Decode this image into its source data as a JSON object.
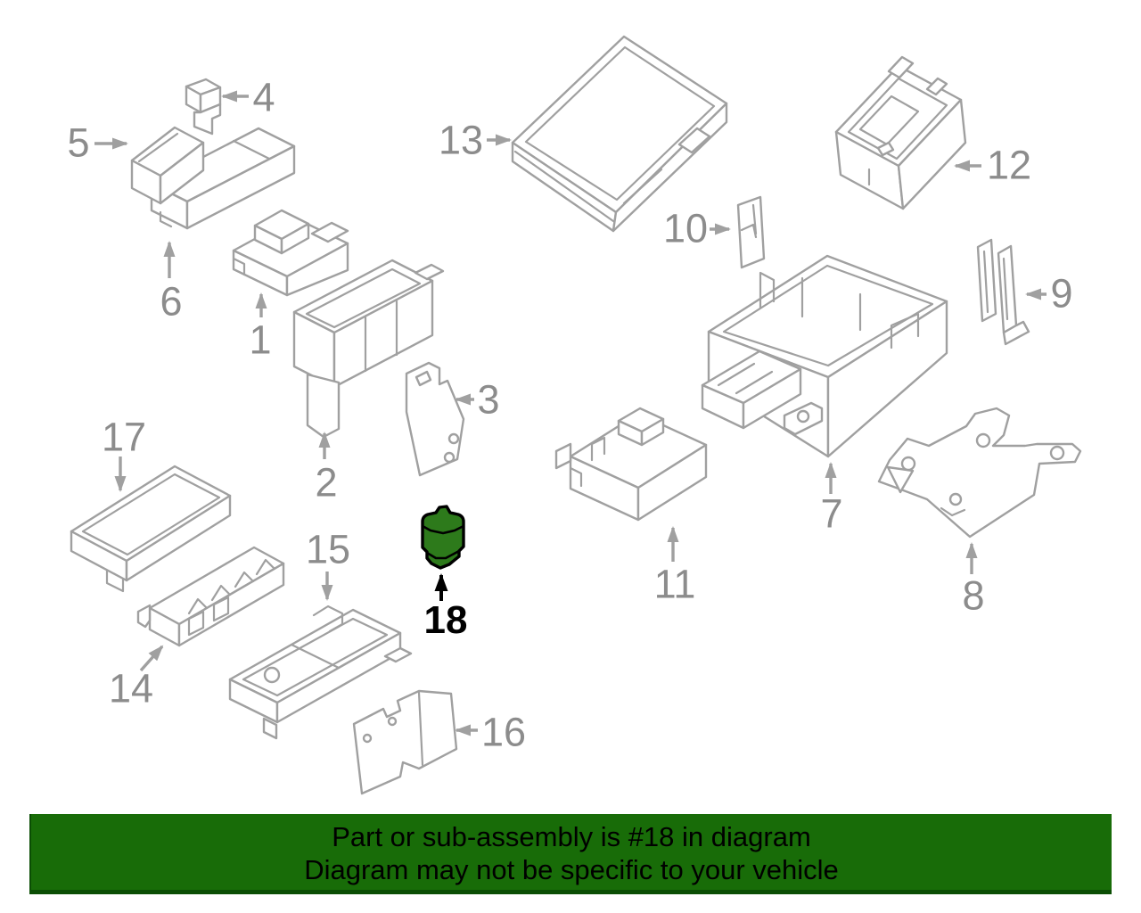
{
  "banner": {
    "line1": "Part or sub-assembly is #18 in diagram",
    "line2": "Diagram may not be specific to your vehicle"
  },
  "highlighted_part": "18",
  "colors": {
    "bg": "#ffffff",
    "line": "#a0a0a0",
    "label": "#8c8c8c",
    "arrow_black": "#000000",
    "highlight_fill": "#2d7a1b",
    "highlight_stroke": "#000000",
    "banner_bg": "#186c08",
    "banner_border": "#0b4e04",
    "banner_text": "#000000"
  },
  "callouts": {
    "c1": {
      "label": "1"
    },
    "c2": {
      "label": "2"
    },
    "c3": {
      "label": "3"
    },
    "c4": {
      "label": "4"
    },
    "c5": {
      "label": "5"
    },
    "c6": {
      "label": "6"
    },
    "c7": {
      "label": "7"
    },
    "c8": {
      "label": "8"
    },
    "c9": {
      "label": "9"
    },
    "c10": {
      "label": "10"
    },
    "c11": {
      "label": "11"
    },
    "c12": {
      "label": "12"
    },
    "c13": {
      "label": "13"
    },
    "c14": {
      "label": "14"
    },
    "c15": {
      "label": "15"
    },
    "c16": {
      "label": "16"
    },
    "c17": {
      "label": "17"
    },
    "c18": {
      "label": "18",
      "highlighted": true
    }
  }
}
